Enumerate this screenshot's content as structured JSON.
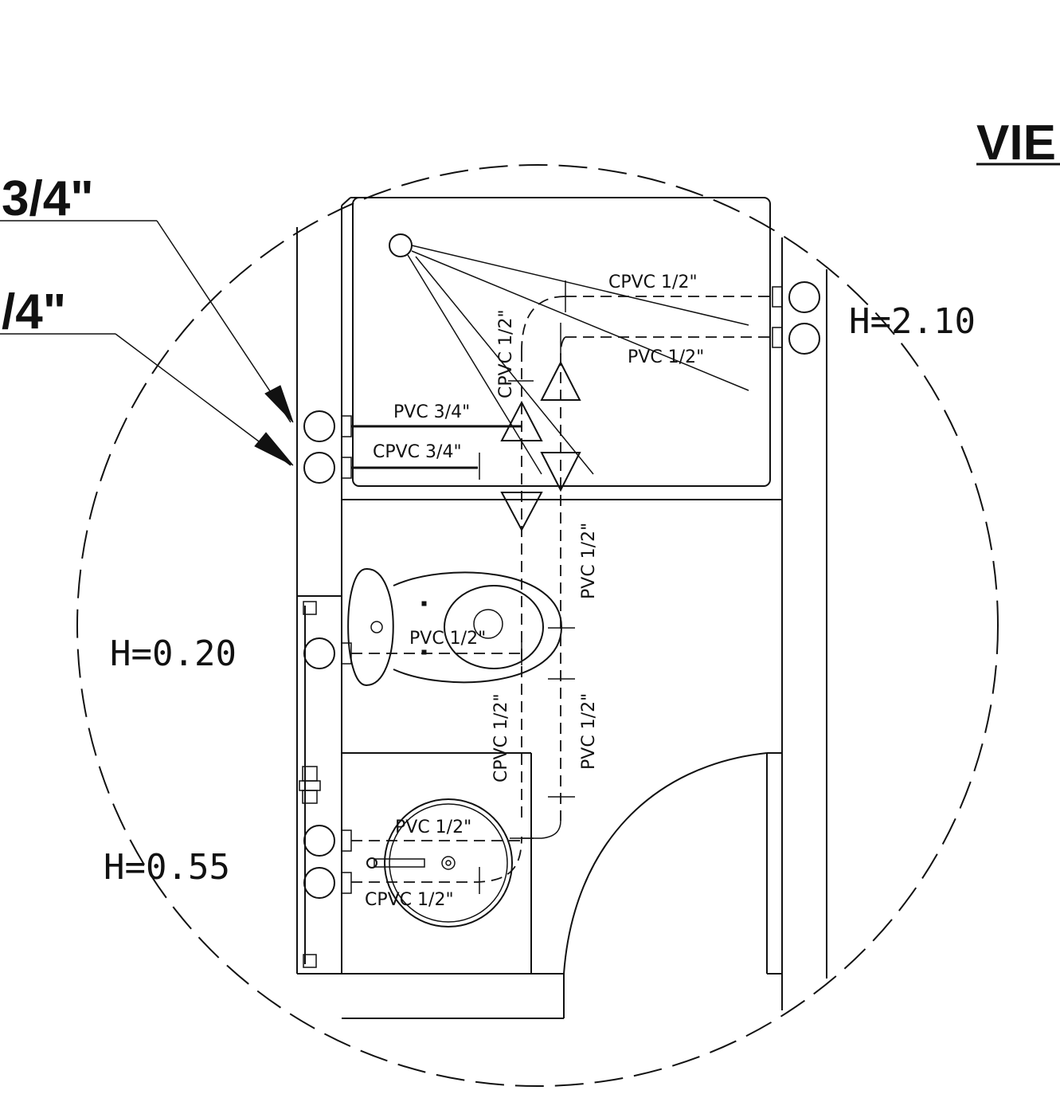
{
  "labels": {
    "view_title": "VIE",
    "callout_top": "3/4\"",
    "callout_bottom": "/4\"",
    "h_shower": "H=2.10",
    "h_toilet": "H=0.20",
    "h_sink": "H=0.55",
    "shower_cpvc_h": "CPVC 1/2\"",
    "shower_pvc_h": "PVC 1/2\"",
    "shower_cpvc_v": "CPVC 1/2\"",
    "main_pvc": "PVC 3/4\"",
    "main_cpvc": "CPVC 3/4\"",
    "riser_pvc_upper": "PVC 1/2\"",
    "toilet_pvc": "PVC 1/2\"",
    "riser_cpvc_lower": "CPVC 1/2\"",
    "riser_pvc_lower": "PVC 1/2\"",
    "sink_pvc": "PVC 1/2\"",
    "sink_cpvc": "CPVC 1/2\""
  }
}
